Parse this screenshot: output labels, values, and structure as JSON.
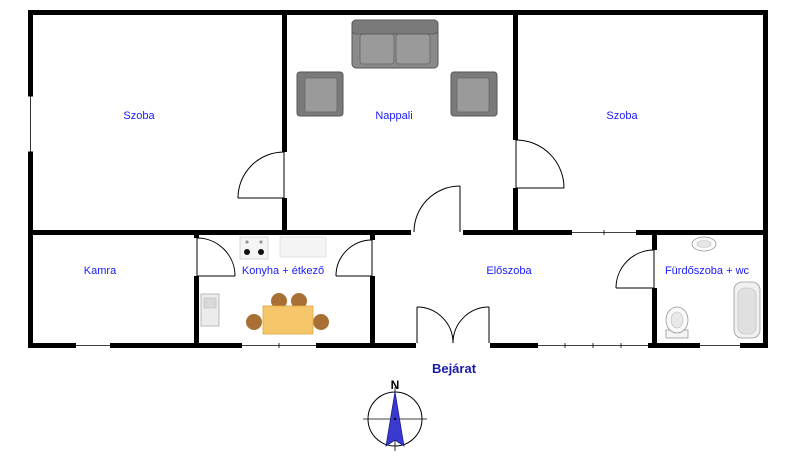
{
  "rooms": {
    "szoba_left": "Szoba",
    "nappali": "Nappali",
    "szoba_right": "Szoba",
    "kamra": "Kamra",
    "konyha": "Konyha + étkező",
    "eloszoba": "Előszoba",
    "furdo": "Fürdőszoba + wc"
  },
  "entrance": "Bejárat",
  "compass": {
    "north_letter": "N"
  },
  "colors": {
    "wall": "#000000",
    "label": "#1a1aff",
    "entrance": "#1a1aa8",
    "furniture_grey": "#808080",
    "table": "#f5c76a",
    "chair": "#b07a3a",
    "compass_needle": "#3a3ad0"
  },
  "icons": [
    "sofa-icon",
    "armchair-icon",
    "stove-icon",
    "dining-table-icon",
    "sink-icon",
    "toilet-icon",
    "bathtub-icon",
    "compass-icon"
  ]
}
